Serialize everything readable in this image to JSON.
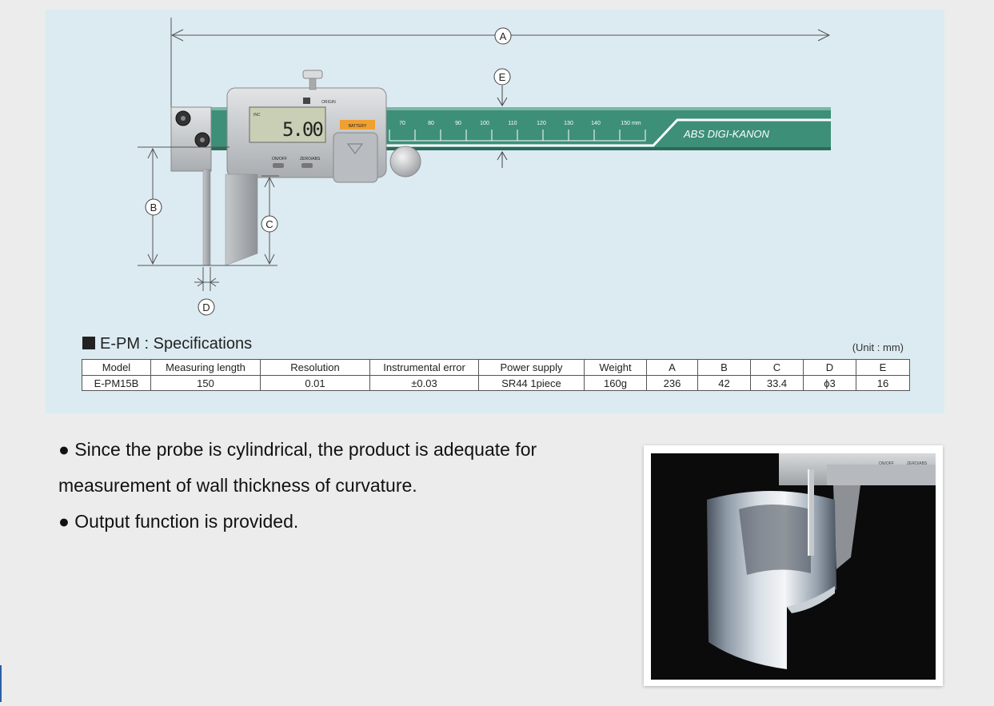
{
  "diagram": {
    "callouts": {
      "a": "A",
      "b": "B",
      "c": "C",
      "d": "D",
      "e": "E"
    },
    "display_reading": "5.00",
    "display_mode": "INC",
    "button_labels": {
      "origin": "ORIGIN",
      "battery": "BATTERY",
      "on_off": "ON/OFF",
      "zero_abs": "ZERO/ABS"
    },
    "scale_ticks": [
      "70",
      "80",
      "90",
      "100",
      "110",
      "120",
      "130",
      "140",
      "150 mm"
    ],
    "brand_text": "ABS DIGI-KANON",
    "colors": {
      "beam": "#3d8f78",
      "panel": "#dcebf2",
      "display": "#c9cfb5",
      "battery": "#f0a030"
    }
  },
  "specs": {
    "heading": "E-PM : Specifications",
    "unit": "(Unit : mm)",
    "headers": {
      "model": "Model",
      "measuring_length": "Measuring length",
      "resolution": "Resolution",
      "instrumental_error": "Instrumental error",
      "power_supply": "Power supply",
      "weight": "Weight",
      "a": "A",
      "b": "B",
      "c": "C",
      "d": "D",
      "e": "E"
    },
    "row": {
      "model": "E-PM15B",
      "measuring_length": "150",
      "resolution": "0.01",
      "instrumental_error": "±0.03",
      "power_supply": "SR44 1piece",
      "weight": "160g",
      "a": "236",
      "b": "42",
      "c": "33.4",
      "d": "ϕ3",
      "e": "16"
    }
  },
  "features": {
    "line1": "● Since the probe is cylindrical, the product is adequate for",
    "line2": "measurement of wall thickness of curvature.",
    "line3": "● Output function is provided."
  },
  "photo": {
    "button_labels": {
      "on_off": "ON/OFF",
      "zero_abs": "ZERO/ABS"
    }
  }
}
